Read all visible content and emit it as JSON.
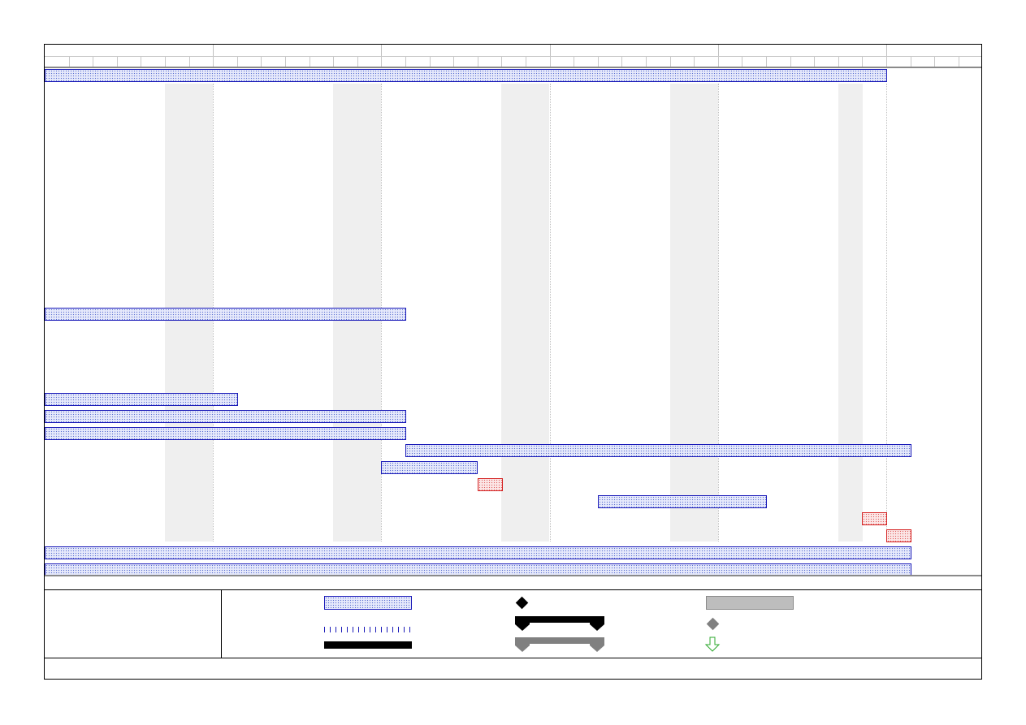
{
  "chart_data": {
    "type": "gantt",
    "timescale": {
      "major_units": 6,
      "minor_units": 40
    },
    "nonworking_periods": [
      [
        5,
        7
      ],
      [
        12,
        14
      ],
      [
        19,
        21
      ],
      [
        26,
        28
      ],
      [
        33,
        34
      ]
    ],
    "tasks": [
      {
        "start": 0,
        "end": 35,
        "critical": false
      },
      {
        "start": 0,
        "end": 15,
        "critical": false
      },
      {
        "start": 0,
        "end": 8,
        "critical": false
      },
      {
        "start": 0,
        "end": 15,
        "critical": false
      },
      {
        "start": 0,
        "end": 15,
        "critical": false
      },
      {
        "start": 15,
        "end": 36,
        "critical": false
      },
      {
        "start": 14,
        "end": 18,
        "critical": false
      },
      {
        "start": 18,
        "end": 19,
        "critical": true
      },
      {
        "start": 23,
        "end": 30,
        "critical": false
      },
      {
        "start": 34,
        "end": 35,
        "critical": true
      },
      {
        "start": 35,
        "end": 36,
        "critical": true
      },
      {
        "start": 0,
        "end": 36,
        "critical": false
      },
      {
        "start": 0,
        "end": 36,
        "critical": false
      }
    ]
  },
  "legend": {
    "items": [
      {
        "id": "task",
        "symbol": "task-bar"
      },
      {
        "id": "split",
        "symbol": "split-line"
      },
      {
        "id": "progress",
        "symbol": "progress-bar"
      },
      {
        "id": "milestone",
        "symbol": "diamond"
      },
      {
        "id": "summary",
        "symbol": "summary-bar"
      },
      {
        "id": "project-summary",
        "symbol": "project-summary-bar"
      },
      {
        "id": "external-tasks",
        "symbol": "external-task-bar"
      },
      {
        "id": "external-milestone",
        "symbol": "grey-diamond"
      },
      {
        "id": "deadline",
        "symbol": "down-arrow"
      }
    ]
  },
  "colors": {
    "task_border": "#1a1ab8",
    "critical_border": "#d42222",
    "nonworking": "#efefef",
    "summary": "#000000",
    "project_summary": "#808080",
    "deadline": "#2ea82e"
  }
}
